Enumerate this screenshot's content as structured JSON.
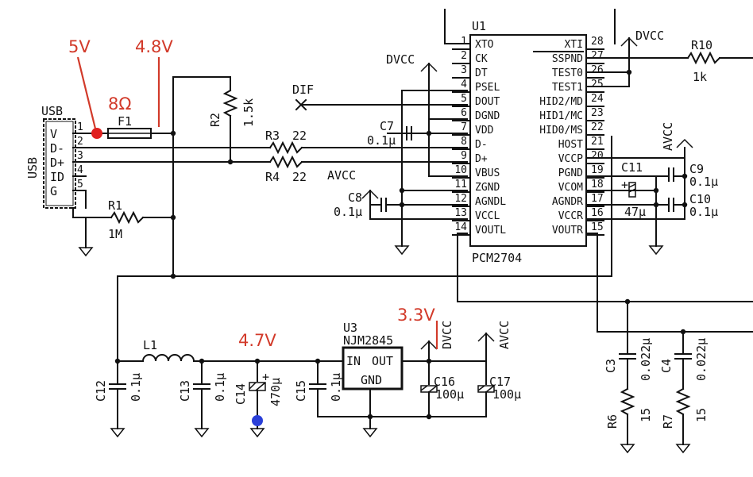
{
  "annotations": {
    "v_5v": "5V",
    "v_4_8v": "4.8V",
    "r_8ohm": "8Ω",
    "v_4_7v": "4.7V",
    "v_3_3v": "3.3V"
  },
  "usb": {
    "title": "USB",
    "side_label": "USB",
    "pins": [
      {
        "num": "1",
        "name": "V"
      },
      {
        "num": "2",
        "name": "D-"
      },
      {
        "num": "3",
        "name": "D+"
      },
      {
        "num": "4",
        "name": "ID"
      },
      {
        "num": "5",
        "name": "G"
      }
    ]
  },
  "components": {
    "f1": "F1",
    "r1": {
      "ref": "R1",
      "val": "1M"
    },
    "r2": {
      "ref": "R2",
      "val": "1.5k"
    },
    "r3": {
      "ref": "R3",
      "val": "22"
    },
    "r4": {
      "ref": "R4",
      "val": "22"
    },
    "r6": {
      "ref": "R6",
      "val": "15"
    },
    "r7": {
      "ref": "R7",
      "val": "15"
    },
    "r10": {
      "ref": "R10",
      "val": "1k"
    },
    "c3": {
      "ref": "C3",
      "val": "0.022μ"
    },
    "c4": {
      "ref": "C4",
      "val": "0.022μ"
    },
    "c7": {
      "ref": "C7",
      "val": "0.1μ"
    },
    "c8": {
      "ref": "C8",
      "val": "0.1μ"
    },
    "c9": {
      "ref": "C9",
      "val": "0.1μ"
    },
    "c10": {
      "ref": "C10",
      "val": "0.1μ"
    },
    "c11": {
      "ref": "C11",
      "val": "47μ"
    },
    "c12": {
      "ref": "C12",
      "val": "0.1μ"
    },
    "c13": {
      "ref": "C13",
      "val": "0.1μ"
    },
    "c14": {
      "ref": "C14",
      "val": "470μ"
    },
    "c15": {
      "ref": "C15",
      "val": "0.1μ"
    },
    "c16": {
      "ref": "C16",
      "val": "100μ"
    },
    "c17": {
      "ref": "C17",
      "val": "100μ"
    },
    "l1": "L1",
    "dif": "DIF"
  },
  "u1": {
    "ref": "U1",
    "part": "PCM2704",
    "left_pins": [
      {
        "num": "1",
        "name": "XTO"
      },
      {
        "num": "2",
        "name": "CK"
      },
      {
        "num": "3",
        "name": "DT"
      },
      {
        "num": "4",
        "name": "PSEL"
      },
      {
        "num": "5",
        "name": "DOUT"
      },
      {
        "num": "6",
        "name": "DGND"
      },
      {
        "num": "7",
        "name": "VDD"
      },
      {
        "num": "8",
        "name": "D-"
      },
      {
        "num": "9",
        "name": "D+"
      },
      {
        "num": "10",
        "name": "VBUS"
      },
      {
        "num": "11",
        "name": "ZGND"
      },
      {
        "num": "12",
        "name": "AGNDL"
      },
      {
        "num": "13",
        "name": "VCCL"
      },
      {
        "num": "14",
        "name": "VOUTL"
      }
    ],
    "right_pins": [
      {
        "num": "28",
        "name": "XTI"
      },
      {
        "num": "27",
        "name": "SSPND"
      },
      {
        "num": "26",
        "name": "TEST0"
      },
      {
        "num": "25",
        "name": "TEST1"
      },
      {
        "num": "24",
        "name": "HID2/MD"
      },
      {
        "num": "23",
        "name": "HID1/MC"
      },
      {
        "num": "22",
        "name": "HID0/MS"
      },
      {
        "num": "21",
        "name": "HOST"
      },
      {
        "num": "20",
        "name": "VCCP"
      },
      {
        "num": "19",
        "name": "PGND"
      },
      {
        "num": "18",
        "name": "VCOM"
      },
      {
        "num": "17",
        "name": "AGNDR"
      },
      {
        "num": "16",
        "name": "VCCR"
      },
      {
        "num": "15",
        "name": "VOUTR"
      }
    ]
  },
  "u3": {
    "ref": "U3",
    "part": "NJM2845",
    "in": "IN",
    "out": "OUT",
    "gnd": "GND"
  },
  "rails": {
    "dvcc": "DVCC",
    "avcc": "AVCC"
  }
}
